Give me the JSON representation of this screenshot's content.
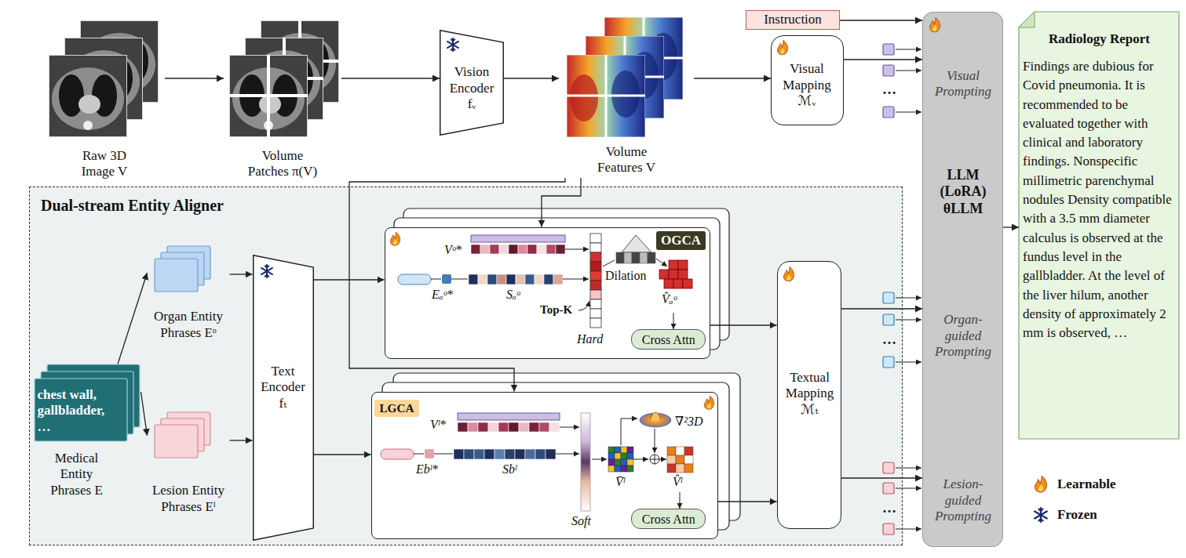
{
  "diagram": {
    "nodes": [
      {
        "text": [
          "Raw 3D Image V"
        ]
      },
      {
        "text": [
          "Volume Patches π(V)"
        ]
      },
      {
        "text": [
          "Vision Encoder fᵥ"
        ]
      },
      {
        "text": [
          "Volume Features V"
        ]
      },
      {
        "text": [
          "Instruction"
        ]
      },
      {
        "text": [
          "Visual Mapping ℳᵥ"
        ]
      },
      {
        "text": [
          "Visual Prompting",
          "LLM (LoRA) θLLM",
          "Organ-guided Prompting",
          "Lesion-guided Prompting"
        ]
      },
      {
        "text": [
          "Radiology Report",
          "Findings are dubious for Covid pneumonia. It is recommended to be evaluated together with clinical and laboratory findings. Nonspecific millimetric parenchymal nodules Density compatible with a 3.5 mm diameter calculus is observed at the fundus level in the gallbladder. At the level of the liver hilum, another density of approximately 2 mm is observed, …"
        ]
      },
      {
        "text": [
          "Dual-stream Entity Aligner"
        ]
      },
      {
        "text": [
          "chest wall, gallbladder, …",
          "Medical Entity Phrases E"
        ],
        "in": 8
      },
      {
        "text": [
          "Organ Entity Phrases Eᵒ"
        ],
        "in": 8
      },
      {
        "text": [
          "Lesion Entity Phrases Eˡ"
        ],
        "in": 8
      },
      {
        "text": [
          "Text Encoder fₜ"
        ],
        "in": 8
      },
      {
        "text": [
          "OGCA"
        ],
        "in": 8
      },
      {
        "text": [
          "Cross Attn"
        ],
        "in": 13
      },
      {
        "text": [
          "LGCA"
        ],
        "in": 8
      },
      {
        "text": [
          "Cross Attn"
        ],
        "in": 15
      },
      {
        "text": [
          "Textual Mapping ℳₜ"
        ],
        "in": 8
      }
    ],
    "edges": [
      {
        "from": 0,
        "to": 1,
        "arrow": "to"
      },
      {
        "from": 1,
        "to": 2,
        "arrow": "to"
      },
      {
        "from": 2,
        "to": 3,
        "arrow": "to"
      },
      {
        "from": 3,
        "to": 5,
        "arrow": "to"
      },
      {
        "from": 4,
        "to": 6,
        "arrow": "to"
      },
      {
        "from": 6,
        "to": 7,
        "arrow": "to"
      },
      {
        "from": 5,
        "to": 6,
        "arrow": "to"
      },
      {
        "from": 3,
        "to": 13,
        "arrow": "to"
      },
      {
        "from": 3,
        "to": 15,
        "arrow": "to"
      },
      {
        "from": 9,
        "to": 10,
        "arrow": "to"
      },
      {
        "from": 9,
        "to": 11,
        "arrow": "to"
      },
      {
        "from": 10,
        "to": 12,
        "arrow": "to"
      },
      {
        "from": 11,
        "to": 12,
        "arrow": "to"
      },
      {
        "from": 12,
        "to": 13,
        "arrow": "to"
      },
      {
        "from": 12,
        "to": 15,
        "arrow": "to"
      },
      {
        "from": 13,
        "to": 17,
        "arrow": "to"
      },
      {
        "from": 15,
        "to": 17,
        "arrow": "to"
      },
      {
        "from": 17,
        "to": 6,
        "arrow": "to"
      },
      {
        "from": 17,
        "to": 6,
        "arrow": "to"
      }
    ],
    "labels": [
      "Vᵒ*",
      "Eₐᵒ*",
      "Sₐᵒ",
      "Top-K",
      "Dilation",
      "V̂ₐᵒ",
      "Hard",
      "Vˡ*",
      "Ebˡ*",
      "Sbˡ",
      "Soft",
      "∇²3D",
      "V̄ˡ",
      "V̂ˡ",
      "…",
      "…",
      "…"
    ],
    "legend": [
      {
        "text": "Learnable"
      },
      {
        "text": "Frozen"
      }
    ]
  }
}
